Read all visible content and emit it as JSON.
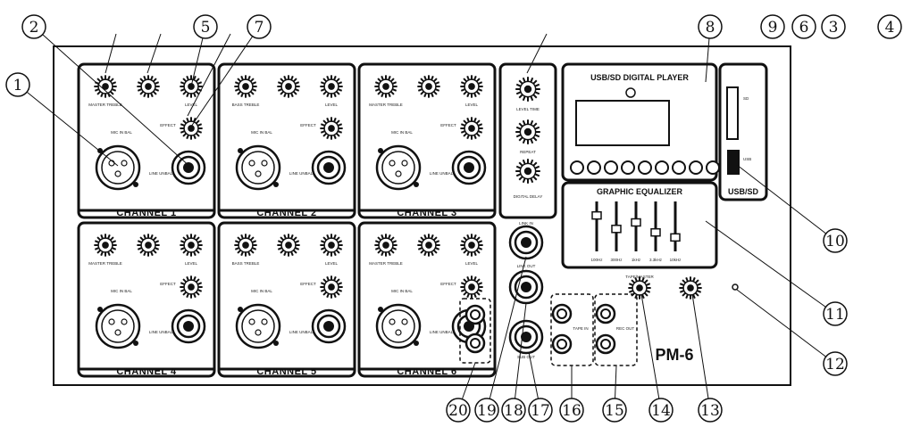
{
  "title_panel": {
    "model": "PM-6"
  },
  "channels": [
    {
      "label": "CHANNEL 1",
      "knobs": [
        "MASTER TREBLE",
        "",
        "LEVEL",
        "EFFECT"
      ],
      "input_label": "MIC IN BAL",
      "line_label": "LINE UNBAL"
    },
    {
      "label": "CHANNEL 2",
      "knobs": [
        "BASS TREBLE",
        "",
        "LEVEL",
        "EFFECT"
      ],
      "input_label": "MIC IN BAL",
      "line_label": "LINE UNBAL"
    },
    {
      "label": "CHANNEL 3",
      "knobs": [
        "MASTER TREBLE",
        "",
        "LEVEL",
        "EFFECT"
      ],
      "input_label": "MIC IN BAL",
      "line_label": "LINE UNBAL"
    },
    {
      "label": "CHANNEL 4",
      "knobs": [
        "MASTER TREBLE",
        "",
        "LEVEL",
        "EFFECT"
      ],
      "input_label": "MIC IN BAL",
      "line_label": "LINE UNBAL"
    },
    {
      "label": "CHANNEL 5",
      "knobs": [
        "BASS TREBLE",
        "",
        "LEVEL",
        "EFFECT"
      ],
      "input_label": "MIC IN BAL",
      "line_label": "LINE UNBAL"
    },
    {
      "label": "CHANNEL 6",
      "knobs": [
        "MASTER TREBLE",
        "",
        "LEVEL",
        "EFFECT"
      ],
      "input_label": "MIC IN BAL",
      "line_label": "LINE UNBAL"
    }
  ],
  "effect_section": {
    "labels": [
      "LEVEL TIME",
      "REPEAT",
      "DIGITAL DELAY"
    ]
  },
  "usb_player": {
    "title": "USB/SD DIGITAL PLAYER",
    "slot_labels": [
      "SD",
      "USB"
    ],
    "section_label": "USB/SD"
  },
  "equalizer": {
    "title": "GRAPHIC EQUALIZER",
    "bands": [
      "100Hz",
      "300Hz",
      "1kHz",
      "3.3kHz",
      "10kHz"
    ],
    "levels": [
      0.28,
      0.55,
      0.42,
      0.62,
      0.72
    ]
  },
  "outputs": {
    "link_in": "LINK IN",
    "link_out": "LINK OUT",
    "sub_out": "SUB OUT",
    "tape_in": "TAPE IN",
    "rec_out": "REC OUT",
    "tape_master": "TAPE/MASTER"
  },
  "callouts": [
    "1",
    "2",
    "3",
    "4",
    "5",
    "6",
    "7",
    "8",
    "9",
    "10",
    "11",
    "12",
    "13",
    "14",
    "15",
    "16",
    "17",
    "18",
    "19",
    "20"
  ]
}
